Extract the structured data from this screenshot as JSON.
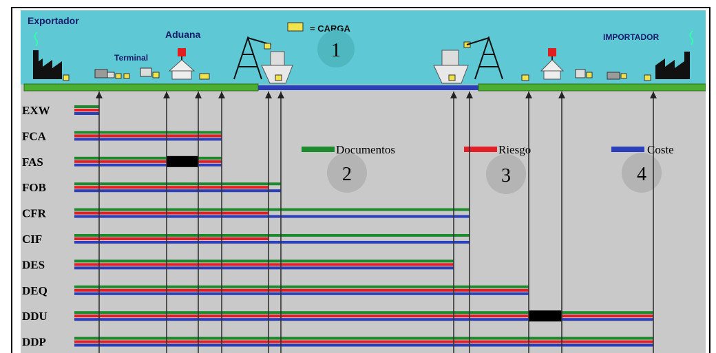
{
  "top_labels": {
    "exporter": "Exportador",
    "customs": "Aduana",
    "terminal": "Terminal",
    "cargo_legend": "= CARGA",
    "importer": "IMPORTADOR"
  },
  "legend": {
    "documents": "Documentos",
    "risk": "Riesgo",
    "cost": "Coste"
  },
  "step_numbers": [
    "1",
    "2",
    "3",
    "4"
  ],
  "colors": {
    "documents": "#1e8a2e",
    "risk": "#e21f26",
    "cost": "#2b40b8",
    "sky": "#5ec8d4",
    "background": "#c9c9c9",
    "ground": "#4caf2f",
    "water": "#2b40b8",
    "cargo": "#f1e34b"
  },
  "incoterms": [
    {
      "code": "EXW",
      "documents_to": 0,
      "risk_to": 0,
      "cost_to": 0
    },
    {
      "code": "FCA",
      "documents_to": 3,
      "risk_to": 3,
      "cost_to": 3
    },
    {
      "code": "FAS",
      "documents_to": 3,
      "risk_to": 3,
      "cost_to": 3
    },
    {
      "code": "FOB",
      "documents_to": 5,
      "risk_to": 4,
      "cost_to": 5
    },
    {
      "code": "CFR",
      "documents_to": 7,
      "risk_to": 4,
      "cost_to": 7
    },
    {
      "code": "CIF",
      "documents_to": 7,
      "risk_to": 4,
      "cost_to": 7
    },
    {
      "code": "DES",
      "documents_to": 6,
      "risk_to": 6,
      "cost_to": 6
    },
    {
      "code": "DEQ",
      "documents_to": 8,
      "risk_to": 8,
      "cost_to": 8
    },
    {
      "code": "DDU",
      "documents_to": 10,
      "risk_to": 10,
      "cost_to": 10
    },
    {
      "code": "DDP",
      "documents_to": 10,
      "risk_to": 10,
      "cost_to": 10
    }
  ],
  "black_markers": [
    {
      "row": "FAS",
      "from": 1,
      "to": 2
    },
    {
      "row": "DDU",
      "from": 8,
      "to": 9
    }
  ]
}
